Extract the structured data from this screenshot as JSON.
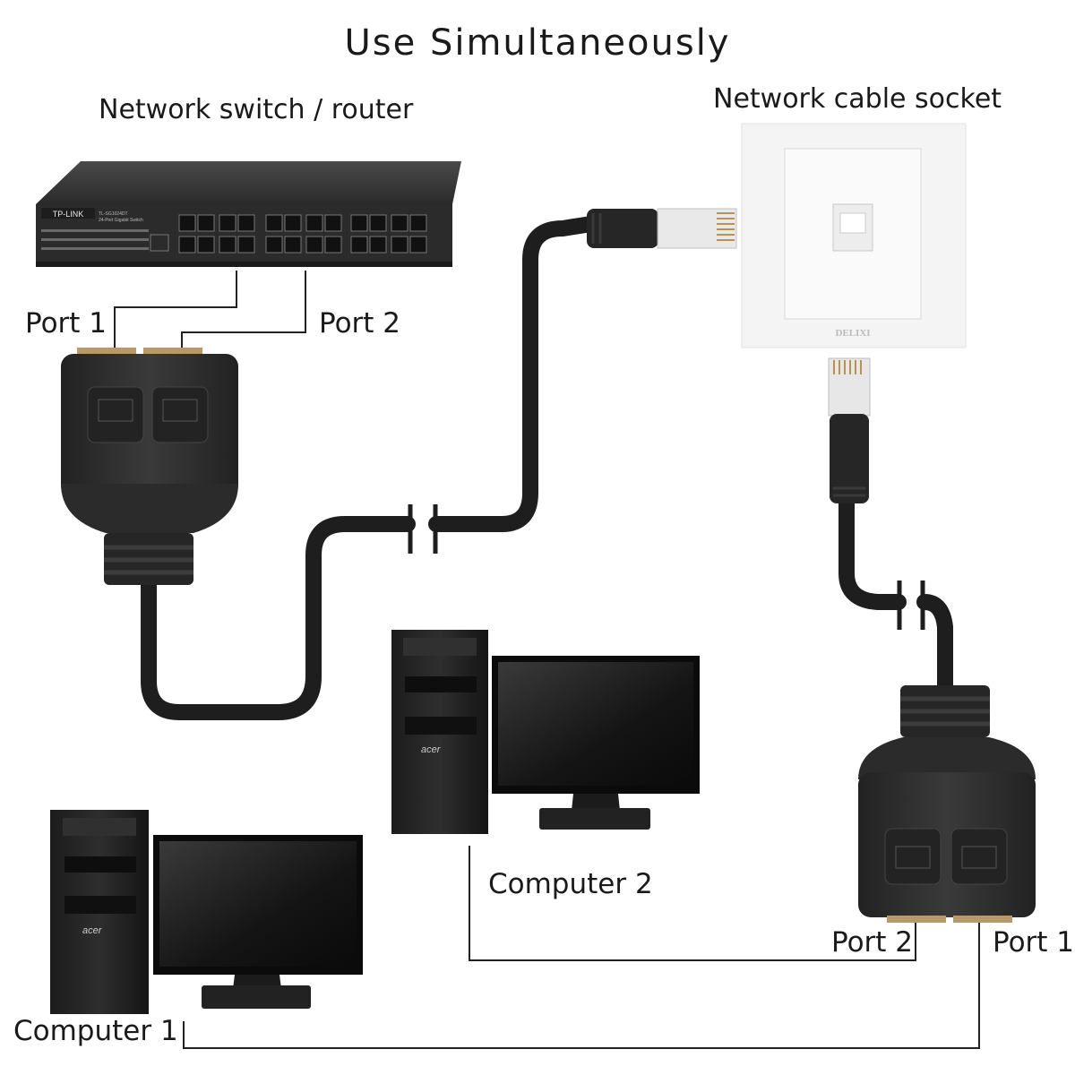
{
  "title": "Use Simultaneously",
  "labels": {
    "switch": "Network switch / router",
    "socket": "Network cable socket",
    "port1_top": "Port 1",
    "port2_top": "Port 2",
    "computer2": "Computer 2",
    "computer1": "Computer 1",
    "port2_bottom": "Port 2",
    "port1_bottom": "Port 1"
  },
  "switch_device": {
    "brand": "TP-LINK",
    "model": "TL-SG1024DT",
    "subtitle": "24-Port Gigabit Switch"
  },
  "socket_brand": "DELIXI",
  "computer_brand": "acer",
  "colors": {
    "cable": "#1e1e1e",
    "adapter": "#2b2b2b",
    "line": "#222222",
    "socket": "#f4f4f4"
  }
}
